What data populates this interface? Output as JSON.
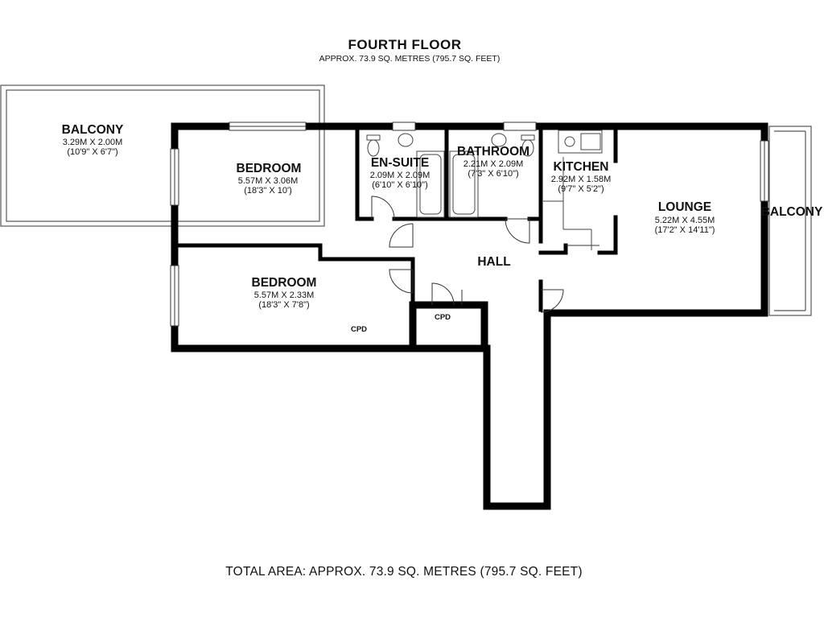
{
  "floor": {
    "title": "FOURTH FLOOR",
    "subtitle": "APPROX. 73.9 SQ. METRES (795.7 SQ. FEET)"
  },
  "rooms": {
    "balcony_west": {
      "name": "BALCONY",
      "metric": "3.29M X 2.00M",
      "imperial": "(10'9\" X 6'7\")"
    },
    "bedroom_1": {
      "name": "BEDROOM",
      "metric": "5.57M X 3.06M",
      "imperial": "(18'3\" X 10')"
    },
    "en_suite": {
      "name": "EN-SUITE",
      "metric": "2.09M X 2.09M",
      "imperial": "(6'10\" X 6'10\")"
    },
    "bathroom": {
      "name": "BATHROOM",
      "metric": "2.21M X 2.09M",
      "imperial": "(7'3\" X 6'10\")"
    },
    "kitchen": {
      "name": "KITCHEN",
      "metric": "2.92M X 1.58M",
      "imperial": "(9'7\" X 5'2\")"
    },
    "lounge": {
      "name": "LOUNGE",
      "metric": "5.22M X 4.55M",
      "imperial": "(17'2\" X 14'11\")"
    },
    "balcony_east": {
      "name": "BALCONY"
    },
    "hall": {
      "name": "HALL"
    },
    "bedroom_2": {
      "name": "BEDROOM",
      "metric": "5.57M X 2.33M",
      "imperial": "(18'3\" X 7'8\")"
    },
    "cpd_bedroom": {
      "name": "CPD"
    },
    "cpd_hall": {
      "name": "CPD"
    }
  },
  "footer": {
    "total_area": "TOTAL AREA: APPROX. 73.9 SQ. METRES (795.7 SQ. FEET)"
  }
}
